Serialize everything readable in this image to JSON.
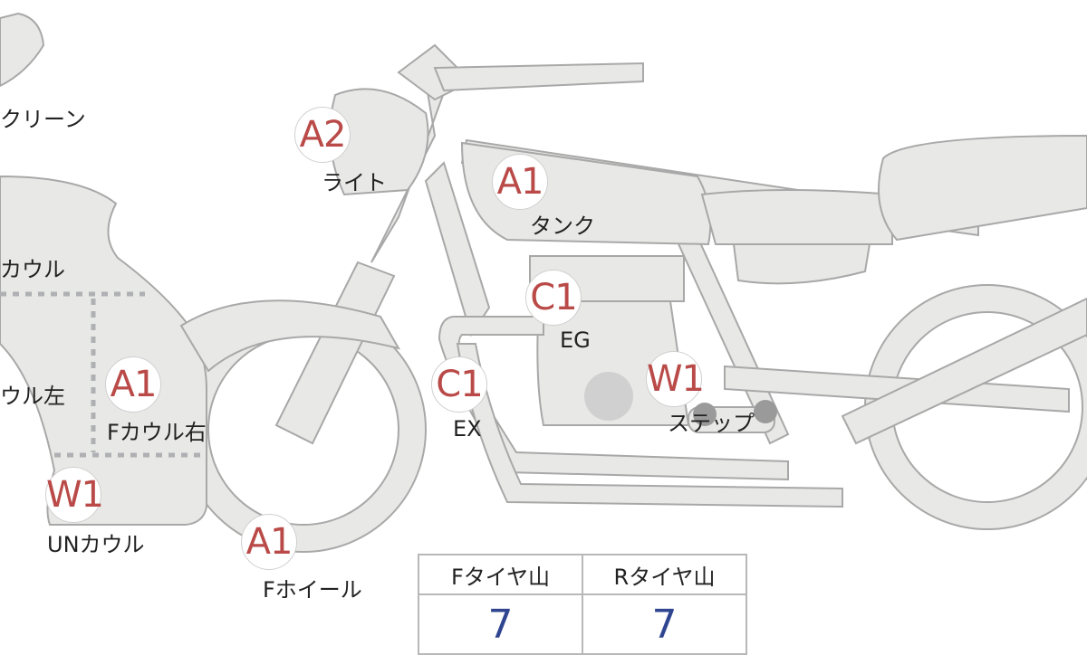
{
  "colors": {
    "part_fill": "#e8e8e6",
    "part_stroke": "#a8a8a8",
    "grade_text": "#b94a48",
    "tyre_value": "#2f4590"
  },
  "parts": [
    {
      "name": "screen",
      "label": "クリーン"
    },
    {
      "name": "cowl",
      "label": "カウル"
    },
    {
      "name": "fcowl-left",
      "label": "ウル左"
    },
    {
      "name": "fcowl-right",
      "label": "Fカウル右",
      "grade": "A1"
    },
    {
      "name": "under-cowl",
      "label": "UNカウル",
      "grade": "W1"
    },
    {
      "name": "front-wheel",
      "label": "Fホイール",
      "grade": "A1"
    },
    {
      "name": "light",
      "label": "ライト",
      "grade": "A2"
    },
    {
      "name": "tank",
      "label": "タンク",
      "grade": "A1"
    },
    {
      "name": "engine",
      "label": "EG",
      "grade": "C1"
    },
    {
      "name": "exhaust",
      "label": "EX",
      "grade": "C1"
    },
    {
      "name": "step",
      "label": "ステップ",
      "grade": "W1"
    }
  ],
  "tyre_table": {
    "headers": [
      "Fタイヤ山",
      "Rタイヤ山"
    ],
    "values": [
      "7",
      "7"
    ]
  }
}
